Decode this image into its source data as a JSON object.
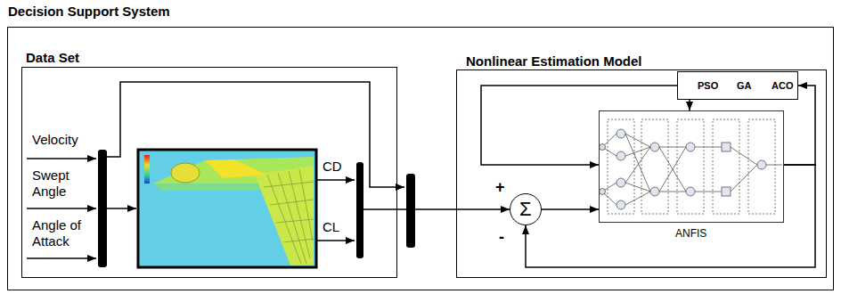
{
  "diagram": {
    "nodes": [
      {
        "text": [
          "Decision Support System"
        ]
      },
      {
        "text": [
          "Data Set"
        ],
        "in": 0
      },
      {
        "text": [
          "Nonlinear Estimation Model"
        ],
        "in": 0
      },
      {
        "text": [
          "PSO",
          "GA",
          "ACO"
        ],
        "in": 2
      },
      {
        "text": [
          "ANFIS"
        ],
        "in": 2
      },
      {
        "text": [
          "Σ"
        ],
        "in": 2
      }
    ],
    "edges": [
      {
        "from": 1,
        "to": 5,
        "arrow": "to"
      },
      {
        "from": 5,
        "to": 4,
        "arrow": "to"
      },
      {
        "from": 4,
        "to": 3,
        "arrow": "to"
      },
      {
        "from": 3,
        "to": 4,
        "arrow": "to"
      },
      {
        "from": 3,
        "to": 4,
        "arrow": "to"
      },
      {
        "from": 4,
        "to": 5,
        "arrow": "to"
      }
    ],
    "labels": [
      "Velocity",
      "Swept Angle",
      "Angle of Attack",
      "CD",
      "CL",
      "+",
      "-"
    ]
  }
}
